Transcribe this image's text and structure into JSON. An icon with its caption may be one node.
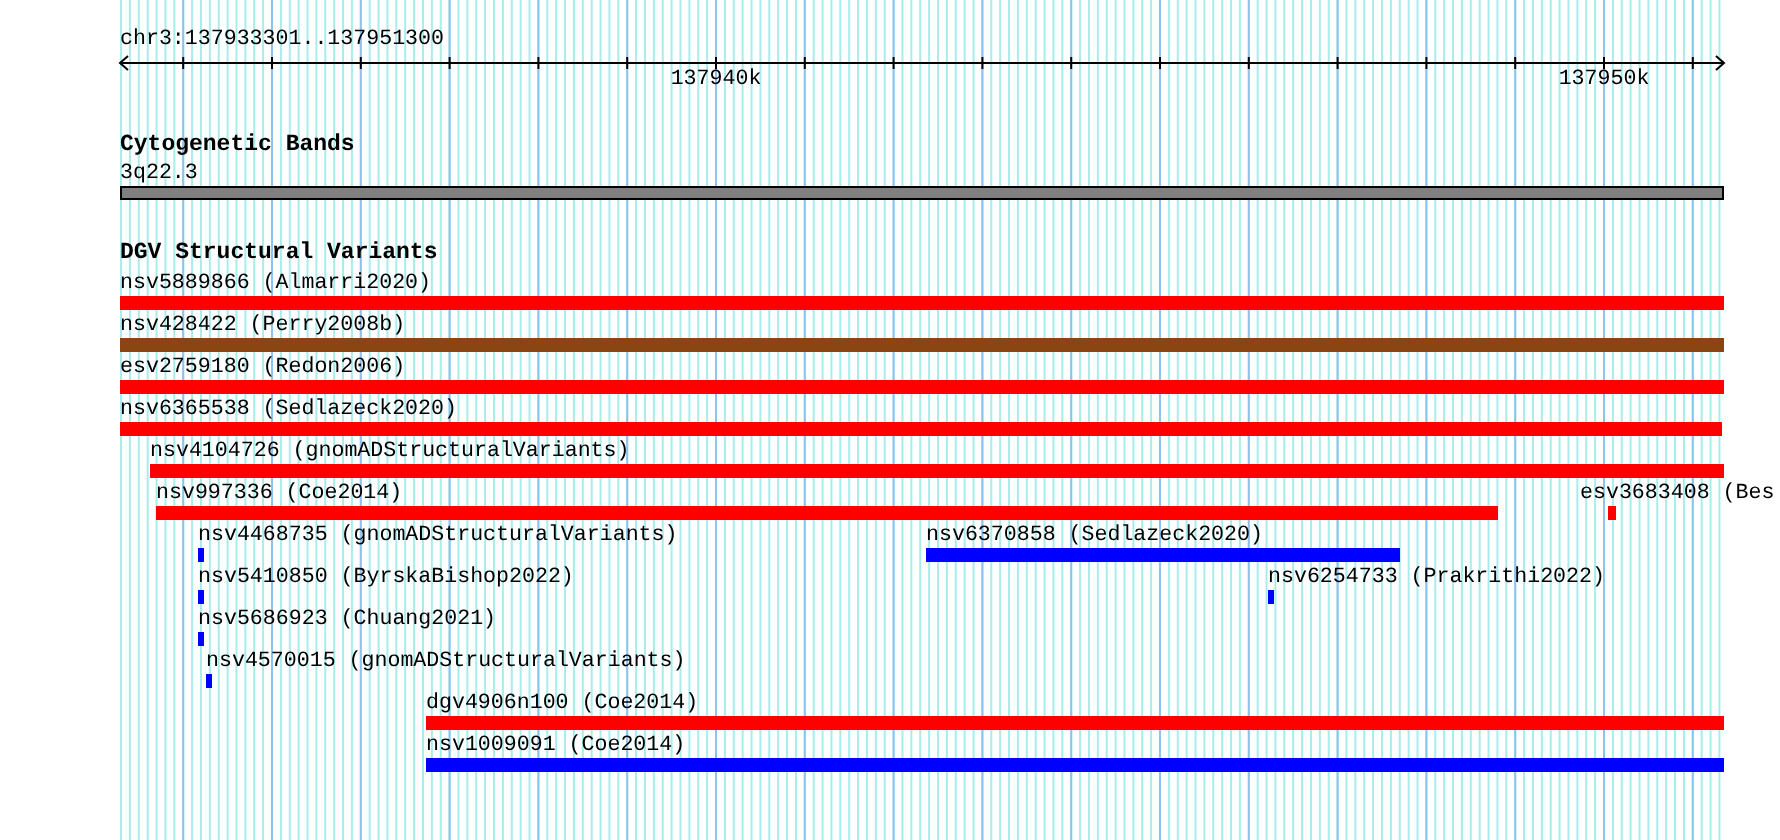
{
  "diagram": {
    "nodes": [
      {
        "text": [
          "3q22.3"
        ]
      },
      {
        "text": [
          "nsv5889866 (Almarri2020)"
        ]
      },
      {
        "text": [
          "nsv428422 (Perry2008b)"
        ]
      },
      {
        "text": [
          "esv2759180 (Redon2006)"
        ]
      },
      {
        "text": [
          "nsv6365538 (Sedlazeck2020)"
        ]
      },
      {
        "text": [
          "nsv4104726 (gnomADStructuralVariants)"
        ]
      },
      {
        "text": [
          "nsv997336 (Coe2014)"
        ]
      },
      {
        "text": [
          "esv3683408 (Bes"
        ]
      },
      {
        "text": [
          "nsv4468735 (gnomADStructuralVariants)"
        ]
      },
      {
        "text": [
          "nsv6370858 (Sedlazeck2020)"
        ]
      },
      {
        "text": [
          "nsv5410850 (ByrskaBishop2022)"
        ]
      },
      {
        "text": [
          "nsv6254733 (Prakrithi2022)"
        ]
      },
      {
        "text": [
          "nsv5686923 (Chuang2021)"
        ]
      },
      {
        "text": [
          "nsv4570015 (gnomADStructuralVariants)"
        ]
      },
      {
        "text": [
          "dgv4906n100 (Coe2014)"
        ]
      },
      {
        "text": [
          "nsv1009091 (Coe2014)"
        ]
      }
    ],
    "labels": [
      "chr3:137933301..137951300",
      "137940k",
      "137950k",
      "Cytogenetic Bands",
      "DGV Structural Variants"
    ]
  }
}
